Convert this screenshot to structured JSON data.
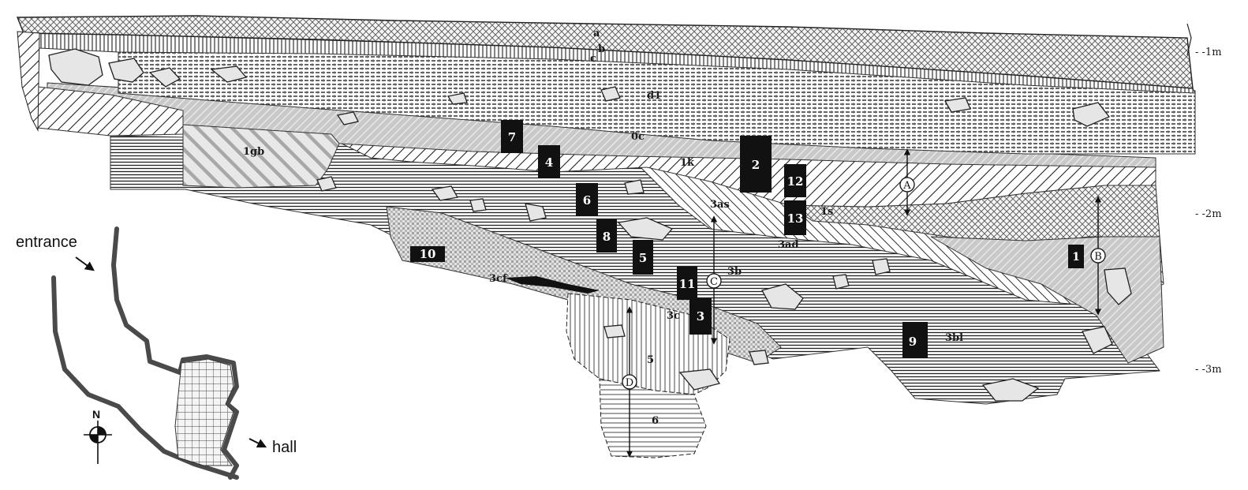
{
  "depth_scale": [
    "- -1m",
    "- -2m",
    "- -3m"
  ],
  "layer_labels": [
    "a",
    "b",
    "c",
    "d1",
    "1gb",
    "0c",
    "1k",
    "3as",
    "1s",
    "3ad",
    "3b",
    "3cf",
    "3c",
    "5",
    "3bl",
    "6"
  ],
  "sample_numbers": [
    "7",
    "4",
    "2",
    "12",
    "6",
    "13",
    "8",
    "5",
    "10",
    "11",
    "3",
    "9",
    "1"
  ],
  "section_markers": [
    "A",
    "B",
    "C",
    "D"
  ],
  "plan": {
    "entrance_label": "entrance",
    "hall_label": "hall",
    "north_label": "N"
  },
  "colors": {
    "ink": "#1a1a1a",
    "box": "#111111",
    "rock": "#e6e6e6",
    "cave_wall": "#4a4a4a"
  }
}
